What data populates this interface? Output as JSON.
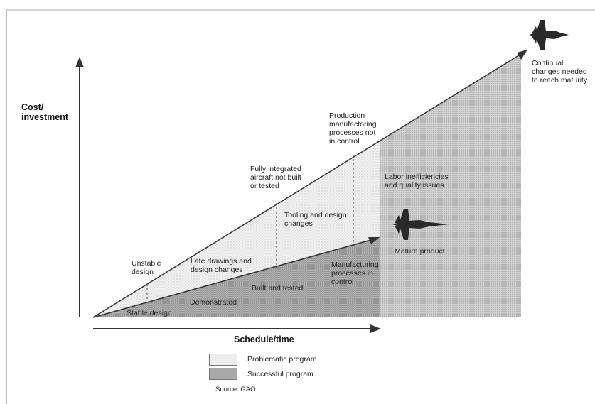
{
  "axes": {
    "y_title": "Cost/\ninvestment",
    "x_title": "Schedule/time"
  },
  "problematic_labels": {
    "unstable": "Unstable\ndesign",
    "late_drawings": "Late drawings and\ndesign changes",
    "integrated": "Fully integrated\naircraft not built\nor tested",
    "tooling": "Tooling and design\nchanges",
    "production": "Production\nmanufactoring\nprocesses not\nin control",
    "labor": "Labor inefficiencies\nand quality issues",
    "continual": "Continual\nchanges needed\nto reach maturity"
  },
  "successful_labels": {
    "stable": "Stable design",
    "demonstrated": "Demonstrated",
    "built": "Built and tested",
    "manufacturing": "Manufacturing\nprocesses in\ncontrol",
    "mature": "Mature product"
  },
  "icons": {
    "top": "jet-fighter-icon",
    "mid": "jet-fighter-icon"
  },
  "legend": {
    "problematic": "Problematic program",
    "successful": "Successful program",
    "source": "Source: GAO."
  },
  "colors": {
    "problematic_fill": "#ececec",
    "successful_fill": "#a9a9a9",
    "right_fill": "#c8c8c8",
    "line": "#333333"
  }
}
